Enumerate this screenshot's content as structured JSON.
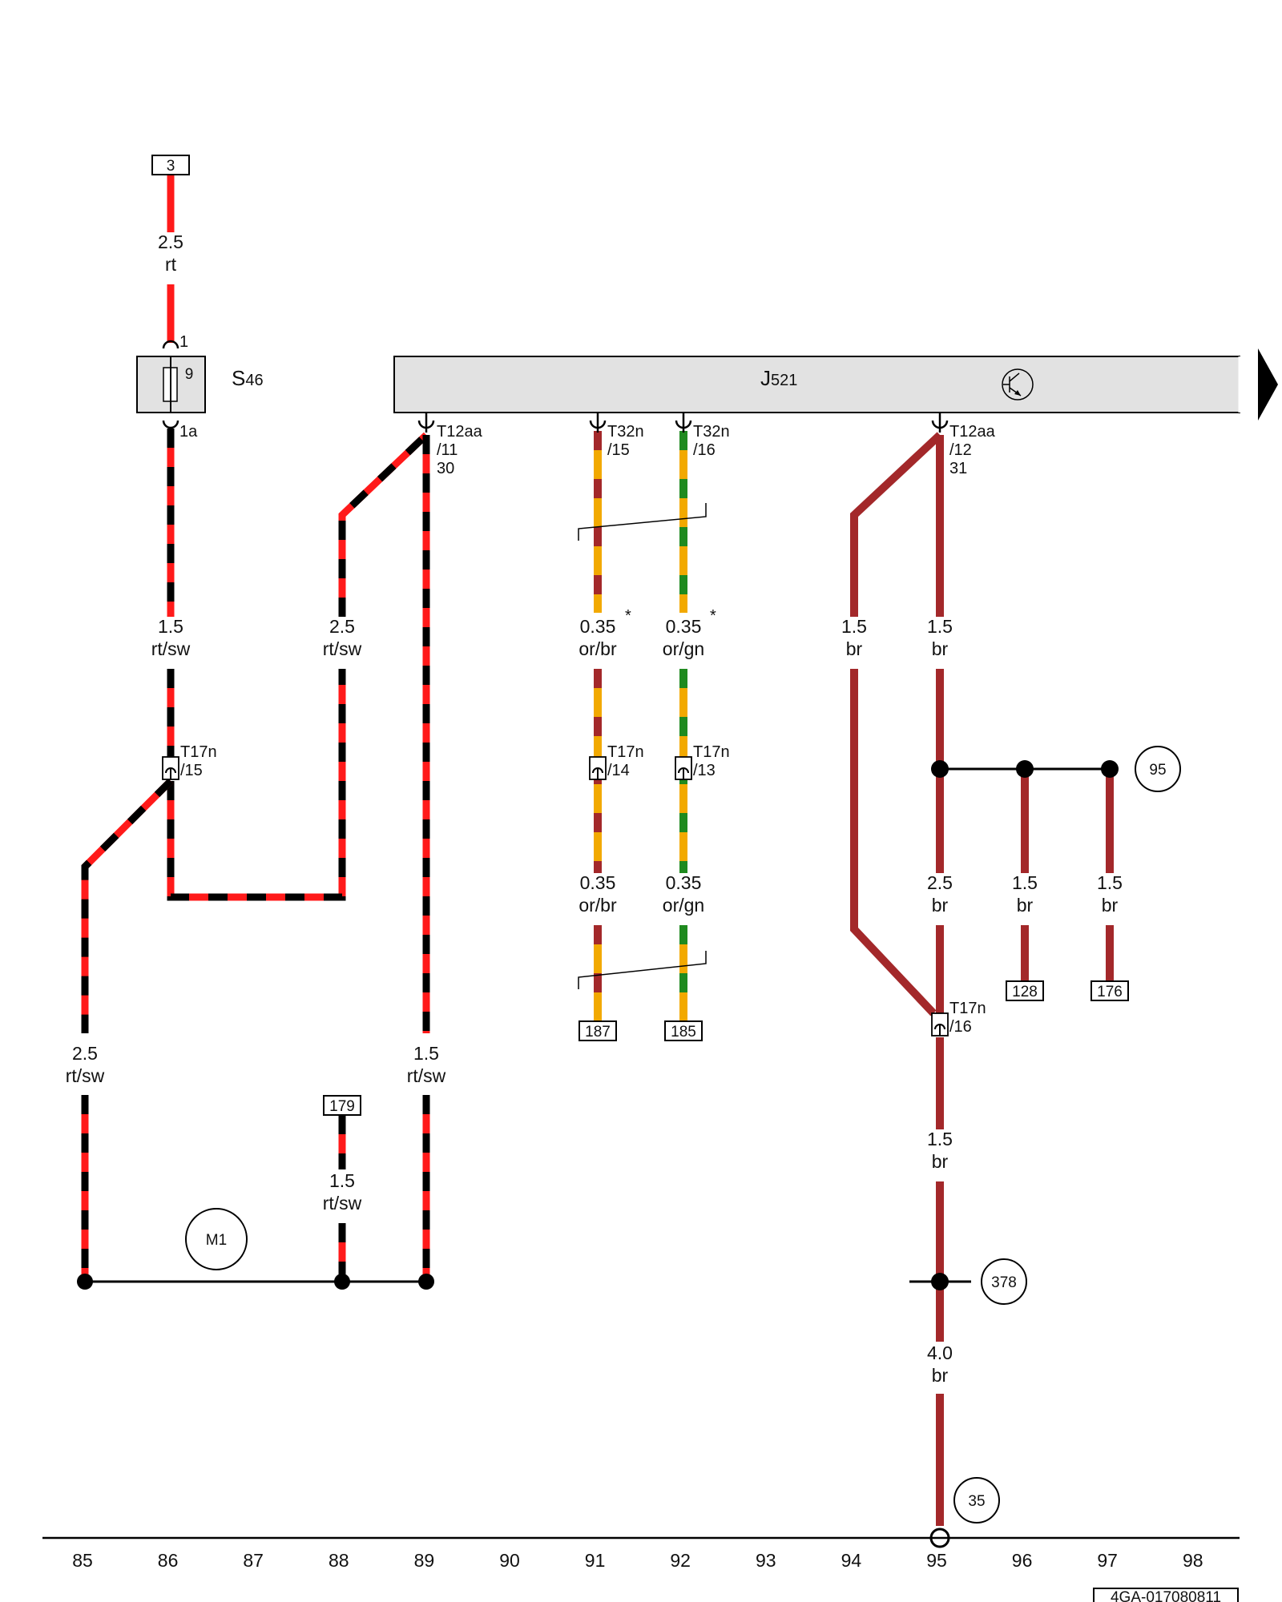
{
  "components": {
    "fuse": {
      "name": "S",
      "sub": "46",
      "label": "9",
      "pin_top": "1",
      "pin_bottom": "1a"
    },
    "control_unit": {
      "name": "J",
      "sub": "521"
    },
    "motor": "M1"
  },
  "terminals": {
    "fuse_in": "3",
    "t179": "179",
    "t187": "187",
    "t185": "185",
    "t128": "128",
    "t176": "176"
  },
  "connectors": {
    "t12aa_11": [
      "T12aa",
      "/11",
      "30"
    ],
    "t32n_15": [
      "T32n",
      "/15"
    ],
    "t32n_16": [
      "T32n",
      "/16"
    ],
    "t12aa_12": [
      "T12aa",
      "/12",
      "31"
    ],
    "t17n_15": [
      "T17n",
      "/15"
    ],
    "t17n_14": [
      "T17n",
      "/14"
    ],
    "t17n_13": [
      "T17n",
      "/13"
    ],
    "t17n_16": [
      "T17n",
      "/16"
    ]
  },
  "wires": {
    "w1": [
      "2.5",
      "rt"
    ],
    "w2": [
      "1.5",
      "rt/sw"
    ],
    "w3": [
      "2.5",
      "rt/sw"
    ],
    "w4": [
      "0.35",
      "or/br"
    ],
    "w5": [
      "0.35",
      "or/gn"
    ],
    "w6": [
      "1.5",
      "br"
    ],
    "w7": [
      "1.5",
      "br"
    ],
    "w8": [
      "0.35",
      "or/br"
    ],
    "w9": [
      "0.35",
      "or/gn"
    ],
    "w10": [
      "2.5",
      "br"
    ],
    "w11": [
      "1.5",
      "br"
    ],
    "w12": [
      "1.5",
      "br"
    ],
    "w13": [
      "2.5",
      "rt/sw"
    ],
    "w14": [
      "1.5",
      "rt/sw"
    ],
    "w15": [
      "1.5",
      "rt/sw"
    ],
    "w16": [
      "1.5",
      "br"
    ],
    "w17": [
      "4.0",
      "br"
    ]
  },
  "asterisk": "*",
  "ground_points": {
    "g95": "95",
    "g378": "378",
    "g35": "35"
  },
  "axis_numbers": [
    "85",
    "86",
    "87",
    "88",
    "89",
    "90",
    "91",
    "92",
    "93",
    "94",
    "95",
    "96",
    "97",
    "98"
  ],
  "drawing_id": "4GA-017080811",
  "colors": {
    "red": "#ff1a1a",
    "black": "#000000",
    "orange": "#f2a900",
    "brown": "#a3282a",
    "green": "#1f8a1f",
    "box_fill": "#e2e2e2"
  }
}
